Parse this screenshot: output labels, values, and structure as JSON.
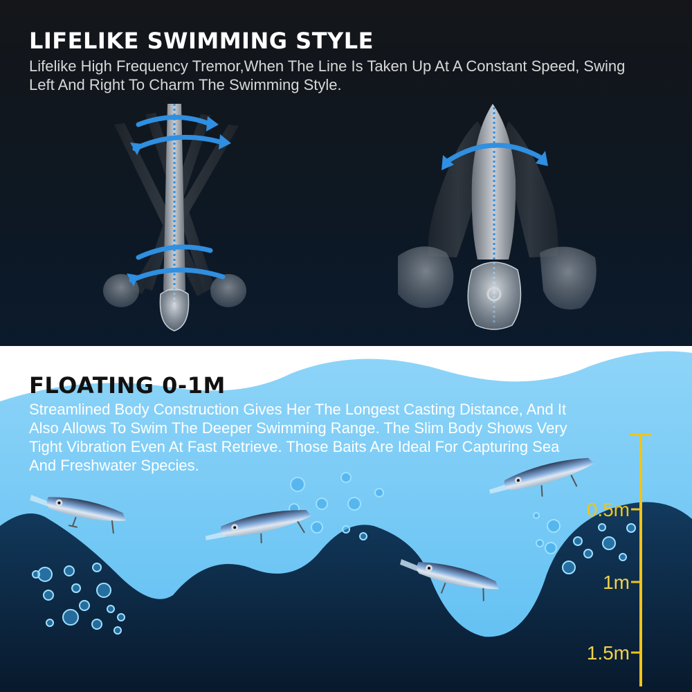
{
  "top": {
    "title": "LIFELIKE SWIMMING STYLE",
    "description": "Lifelike High Frequency Tremor,When The Line Is Taken Up At A Constant Speed, Swing Left And Right To Charm The Swimming Style."
  },
  "bottom": {
    "title": "FLOATING 0-1M",
    "description": "Streamlined Body Construction Gives Her The Longest Casting Distance, And It Also Allows To Swim The Deeper Swimming Range. The Slim Body Shows Very Tight Vibration Even At Fast Retrieve. Those Baits Are Ideal For Capturing Sea And Freshwater Species."
  },
  "depth_scale": {
    "labels": [
      "0.5m",
      "1m",
      "1.5m"
    ],
    "color": "#f0c419"
  },
  "colors": {
    "water_light": "#6ec6f5",
    "water_dark": "#0d2a47",
    "arrow_blue": "#2f8fe0"
  }
}
